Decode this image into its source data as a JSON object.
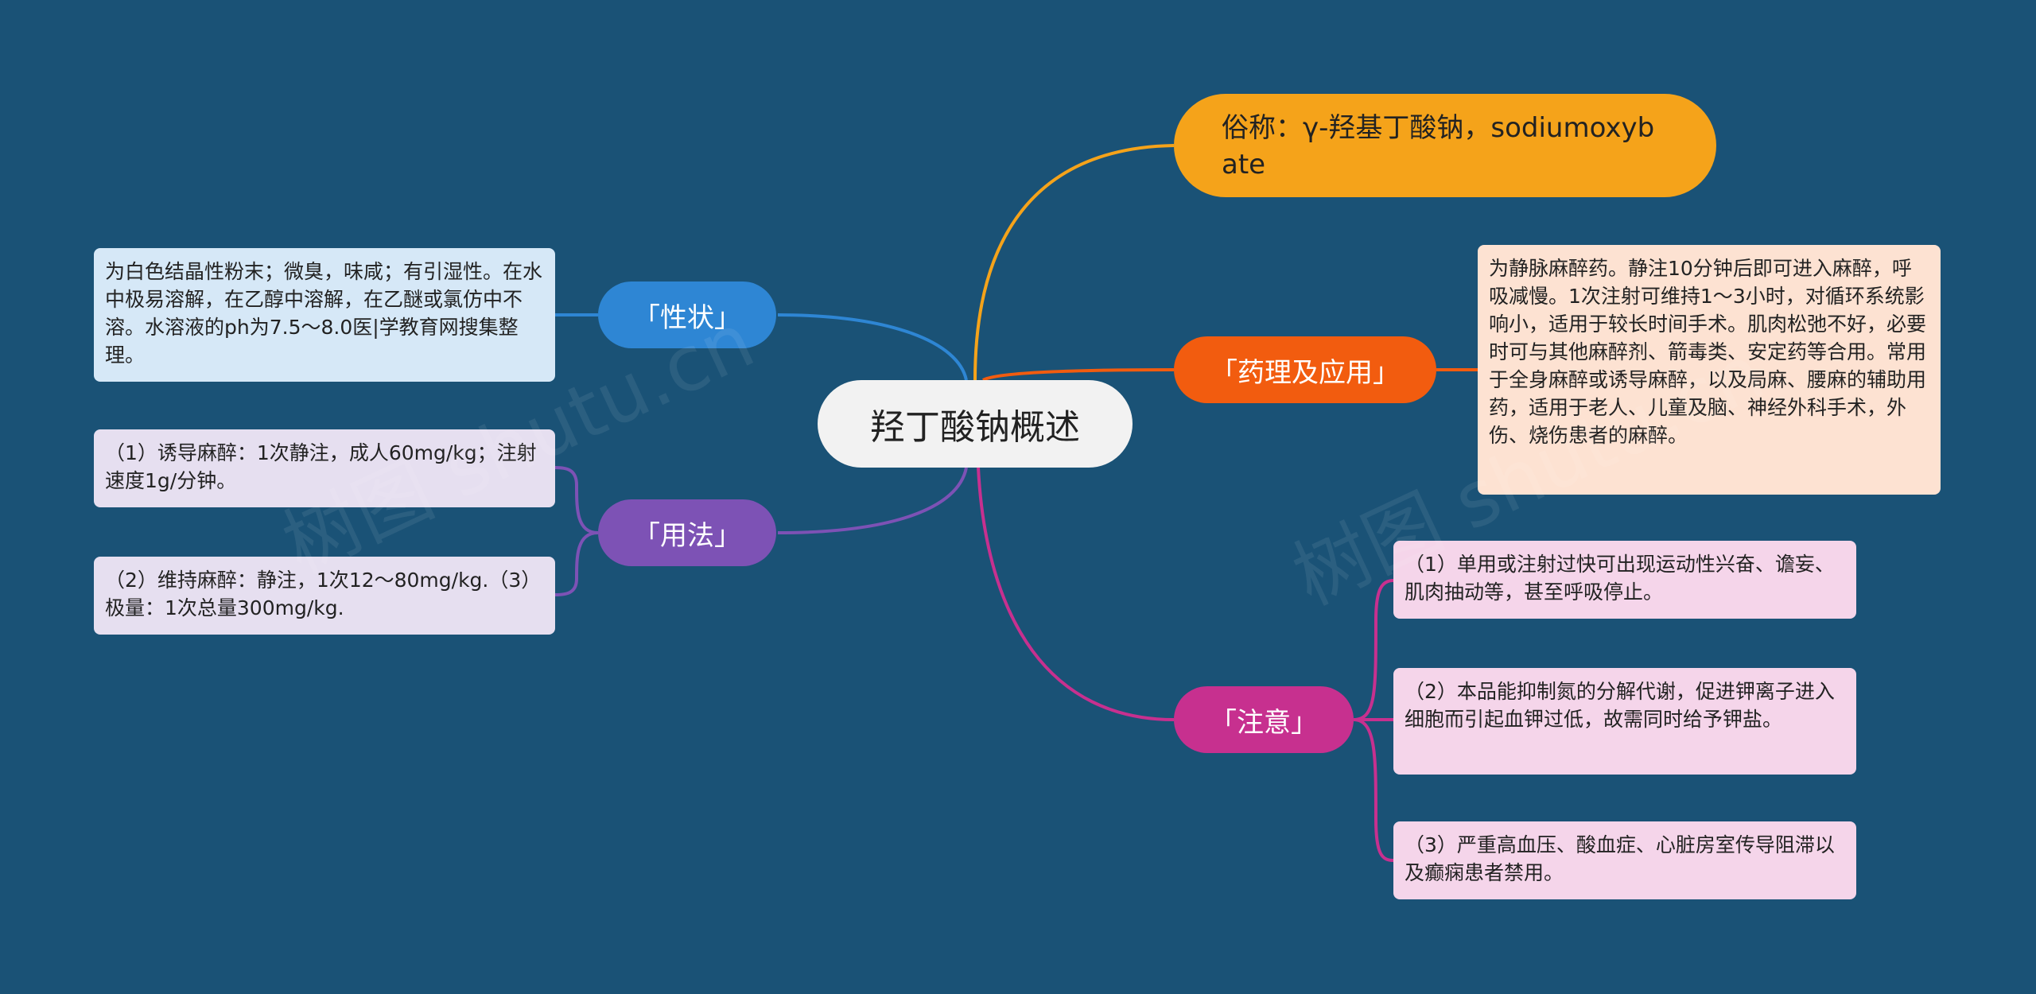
{
  "root": {
    "label": "羟丁酸钠概述"
  },
  "colors": {
    "background": "#1a5276",
    "alias": "#f5a31a",
    "xingzhuang": "#2e86d4",
    "yongfa": "#7d52b5",
    "yaoli": "#f25c0f",
    "zhuyi": "#c7308f"
  },
  "alias": {
    "text": "俗称：γ-羟基丁酸钠，sodiumoxybate"
  },
  "branches": {
    "xingzhuang": {
      "label": "「性状」",
      "leaves": [
        "为白色结晶性粉末；微臭，味咸；有引湿性。在水中极易溶解，在乙醇中溶解，在乙醚或氯仿中不溶。水溶液的ph为7.5～8.0医|学教育网搜集整理。"
      ]
    },
    "yongfa": {
      "label": "「用法」",
      "leaves": [
        "（1）诱导麻醉：1次静注，成人60mg/kg；注射速度1g/分钟。",
        "（2）维持麻醉：静注，1次12～80mg/kg.（3）极量：1次总量300mg/kg."
      ]
    },
    "yaoli": {
      "label": "「药理及应用」",
      "leaves": [
        "为静脉麻醉药。静注10分钟后即可进入麻醉，呼吸减慢。1次注射可维持1～3小时，对循环系统影响小，适用于较长时间手术。肌肉松弛不好，必要时可与其他麻醉剂、箭毒类、安定药等合用。常用于全身麻醉或诱导麻醉，以及局麻、腰麻的辅助用药，适用于老人、儿童及脑、神经外科手术，外伤、烧伤患者的麻醉。"
      ]
    },
    "zhuyi": {
      "label": "「注意」",
      "leaves": [
        "（1）单用或注射过快可出现运动性兴奋、谵妄、肌肉抽动等，甚至呼吸停止。",
        "（2）本品能抑制氮的分解代谢，促进钾离子进入细胞而引起血钾过低，故需同时给予钾盐。",
        "（3）严重高血压、酸血症、心脏房室传导阻滞以及癫痫患者禁用。"
      ]
    }
  },
  "watermarks": [
    "树图 shutu.cn",
    "树图 shutu.cn"
  ]
}
